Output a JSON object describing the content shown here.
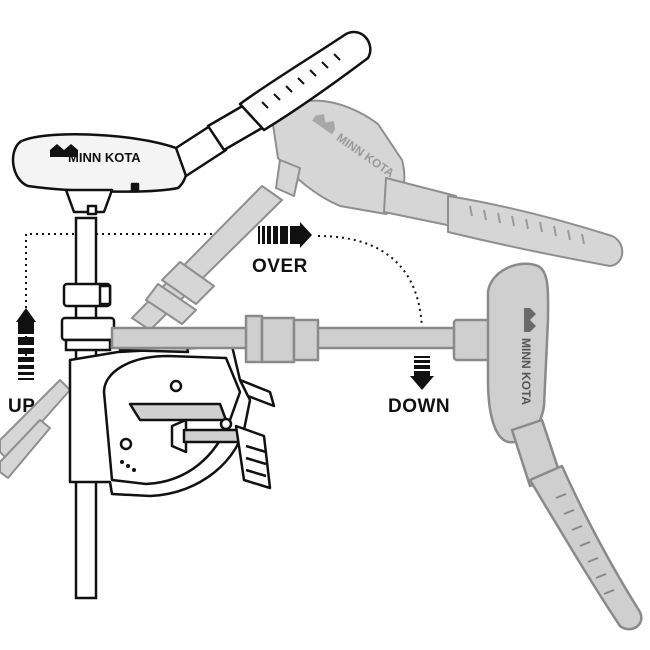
{
  "brand": "MINN KOTA",
  "labels": {
    "up": "UP",
    "over": "OVER",
    "down": "DOWN"
  },
  "colors": {
    "ink": "#111111",
    "ghost_fill": "#d4d4d4",
    "ghost_stroke": "#8f8f8f",
    "mid_fill": "#cfcfcf",
    "motor_fill": "#f4f4f4"
  }
}
